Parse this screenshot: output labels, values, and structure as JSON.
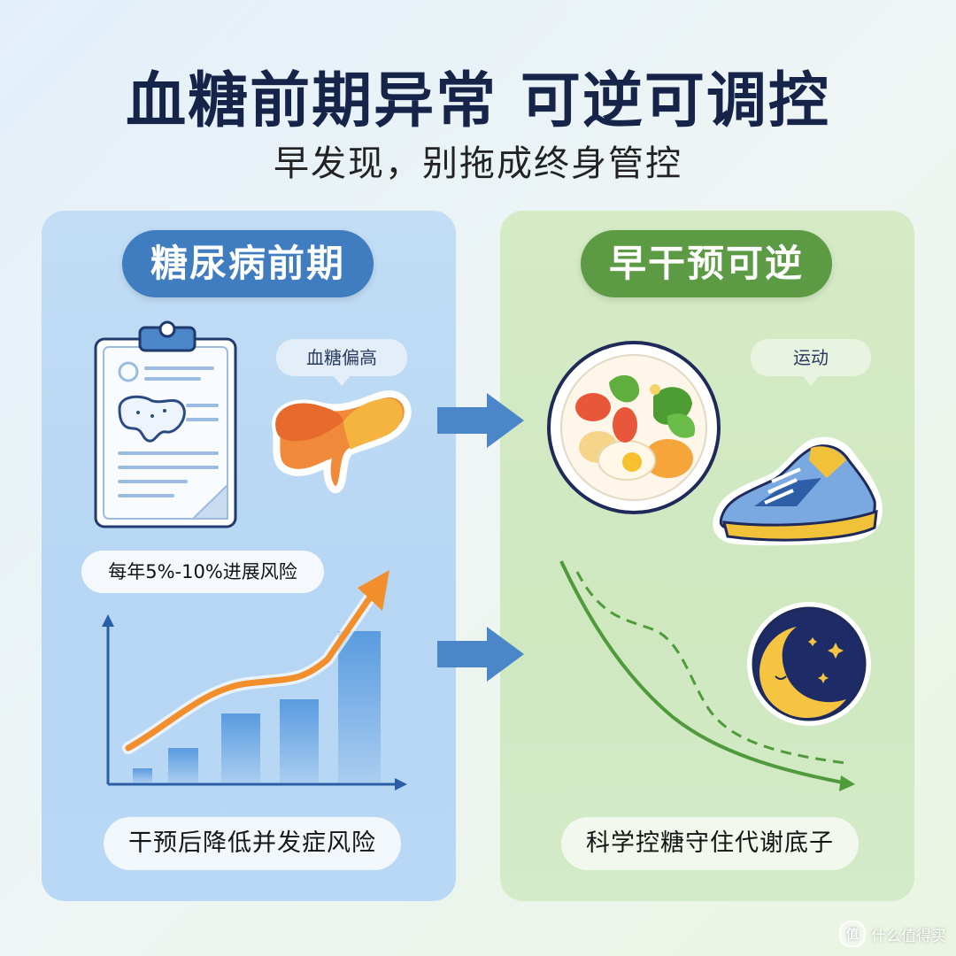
{
  "header": {
    "title": "血糖前期异常 可逆可调控",
    "subtitle": "早发现，别拖成终身管控"
  },
  "left_panel": {
    "heading": "糖尿病前期",
    "bubble_label": "血糖偏高",
    "risk_label": "每年5%-10%进展风险",
    "caption": "干预后降低并发症风险",
    "accent_color": "#3f7cc0"
  },
  "right_panel": {
    "heading": "早干预可逆",
    "bubble_label": "运动",
    "caption": "科学控糖守住代谢底子",
    "accent_color": "#5c9b44"
  },
  "watermark": {
    "badge": "值",
    "text": "什么值得买"
  },
  "icons": [
    "clipboard-report-icon",
    "pancreas-icon",
    "arrow-right-icon",
    "rising-chart-icon",
    "salad-plate-icon",
    "sneaker-icon",
    "moon-sleep-icon",
    "falling-curve-icon"
  ]
}
